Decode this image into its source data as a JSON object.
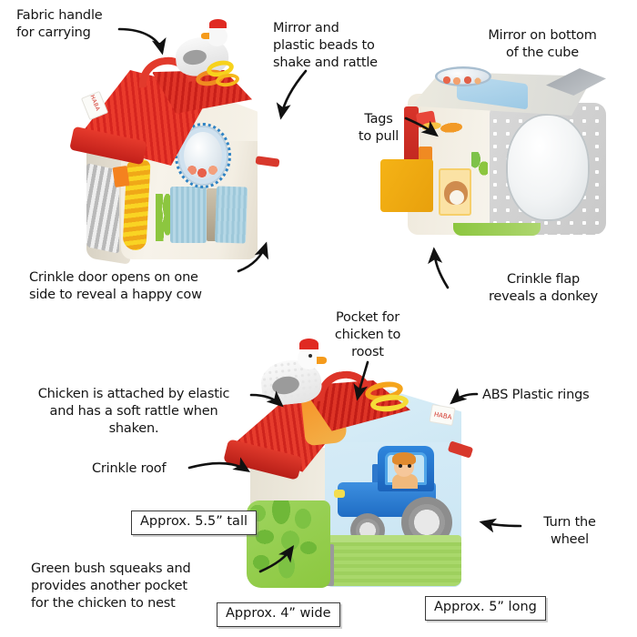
{
  "page": {
    "title": "HABA Farm Discovery Cube annotated product features",
    "background": "#ffffff",
    "text_color": "#151515",
    "box_border_color": "#3a3a3a",
    "arrow_color": "#111111"
  },
  "annotations": [
    {
      "id": "fabric-handle",
      "text": "Fabric handle\nfor carrying"
    },
    {
      "id": "mirror-beads",
      "text": "Mirror and\nplastic beads to\nshake and rattle"
    },
    {
      "id": "mirror-bottom",
      "text": "Mirror on bottom\nof the cube"
    },
    {
      "id": "tags-to-pull",
      "text": "Tags\nto pull"
    },
    {
      "id": "crinkle-door",
      "text": "Crinkle door opens on one\nside to reveal a happy cow"
    },
    {
      "id": "crinkle-flap",
      "text": "Crinkle flap\nreveals a donkey"
    },
    {
      "id": "pocket-chicken",
      "text": "Pocket for\nchicken to\nroost"
    },
    {
      "id": "chicken-elastic",
      "text": "Chicken is attached by elastic\nand has a soft rattle when\nshaken."
    },
    {
      "id": "abs-rings",
      "text": "ABS Plastic rings"
    },
    {
      "id": "crinkle-roof",
      "text": "Crinkle roof"
    },
    {
      "id": "green-bush",
      "text": "Green bush squeaks and\nprovides another pocket\nfor the chicken to nest"
    },
    {
      "id": "turn-wheel",
      "text": "Turn the\nwheel"
    }
  ],
  "dimension_boxes": [
    {
      "id": "height",
      "text": "Approx. 5.5” tall"
    },
    {
      "id": "width",
      "text": "Approx. 4” wide"
    },
    {
      "id": "length",
      "text": "Approx. 5” long"
    }
  ],
  "products": [
    {
      "id": "barn-closed-left",
      "label": "plush barn toy with red roof, mirror and blue doors"
    },
    {
      "id": "cube-mirror-right",
      "label": "soft cube showing large mirror face and yellow flap"
    },
    {
      "id": "barn-tractor-bottom",
      "label": "plush barn with tractor panel, chicken and green bush"
    }
  ],
  "brand_tags": {
    "tag_text": "HABA"
  }
}
